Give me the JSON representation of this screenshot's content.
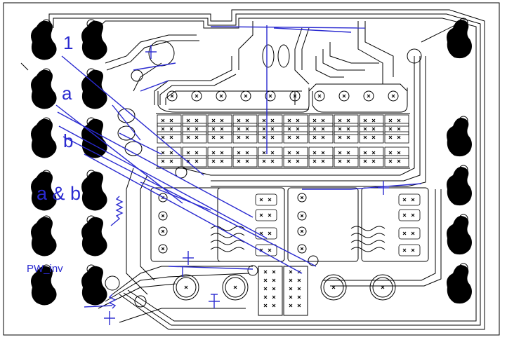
{
  "labels": {
    "one": "1",
    "a": "a",
    "b": "b",
    "ab": "a & b",
    "pw": "PW_inv"
  },
  "colors": {
    "trace": "#000000",
    "annotation": "#2a2ad0",
    "background": "#ffffff"
  }
}
